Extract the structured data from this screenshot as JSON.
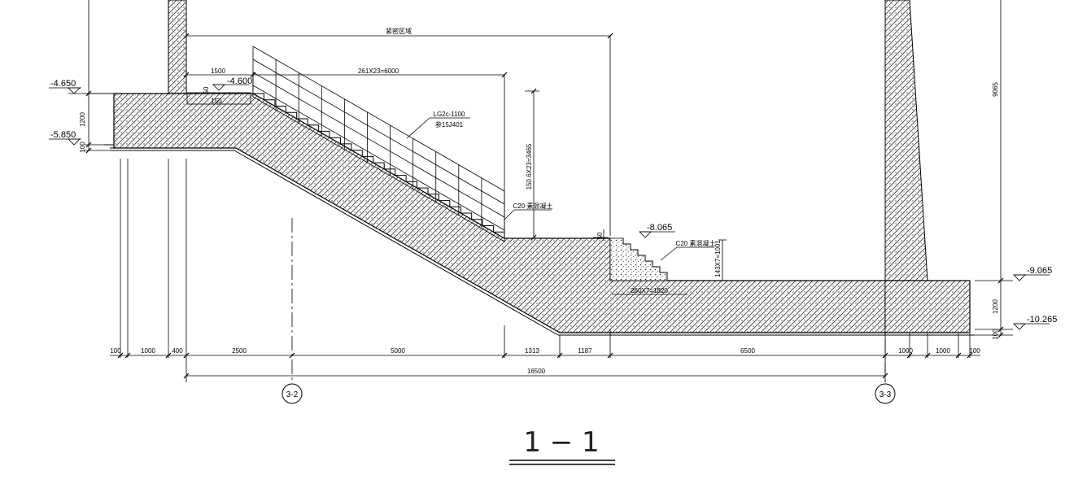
{
  "title": "1 − 1",
  "levels": {
    "l1": "-4.650",
    "l2": "-5.850",
    "l3": "-4.600",
    "l4": "-8.065",
    "l5": "-9.065",
    "l6": "-10.265"
  },
  "dims_bottom": [
    "100",
    "1000",
    "400",
    "2500",
    "5000",
    "1313",
    "1187",
    "6500",
    "1000",
    "1000",
    "100"
  ],
  "dim_total": "16500",
  "dims_upper": {
    "landing": "1500",
    "tread_run": "261X23=6000",
    "stair_rise": "150.6X23=3465",
    "small_steps_rise": "143X7=1001",
    "small_steps_run": "260X7=1820",
    "left_h1": "1200",
    "left_h2": "100",
    "right_h1": "1200",
    "right_h2": "100",
    "right_tall": "9065",
    "side_50_a": "50",
    "side_50_b": "50",
    "top_label": "紧密区域",
    "step_tag": "150"
  },
  "notes": {
    "railing": "LG2c-1100",
    "railing_ref": "参15J401",
    "concrete_1": "C20 素混凝土",
    "concrete_2": "C20 素混凝土"
  },
  "axes": {
    "a1": "3-2",
    "a2": "3-3"
  }
}
